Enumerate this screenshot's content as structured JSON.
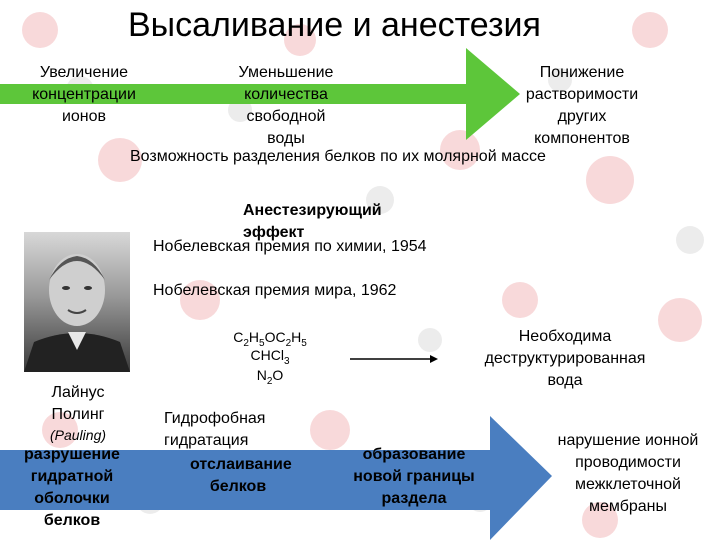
{
  "title": "Высаливание и анестезия",
  "green_arrow": {
    "left_label": "Увеличение концентрации ионов",
    "middle_label": "Уменьшение количества свободной воды",
    "right_label": "Понижение растворимости других компонентов",
    "color": "#5dc63a"
  },
  "separation_text": "Возможность разделения белков по их молярной массе",
  "anesthetic_effect": "Анестезирующий эффект",
  "nobel": {
    "chemistry": "Нобелевская премия по химии, 1954",
    "peace": "Нобелевская премия мира, 1962"
  },
  "formulas": {
    "ether": "C2H5OC2H5",
    "chloroform": "CHCl3",
    "nitrous_oxide": "N2O"
  },
  "water_text": "Необходима деструктурированная вода",
  "person": {
    "name": "Лайнус Полинг",
    "latin": "(Pauling)"
  },
  "hydrophobic": "Гидрофобная гидратация",
  "blue_arrow": {
    "label_1": "разрушение гидратной оболочки белков",
    "label_2": "отслаивание белков",
    "label_3": "образование новой границы раздела",
    "right_label": "нарушение ионной проводимости межклеточной мембраны",
    "color": "#4a7ec0"
  }
}
